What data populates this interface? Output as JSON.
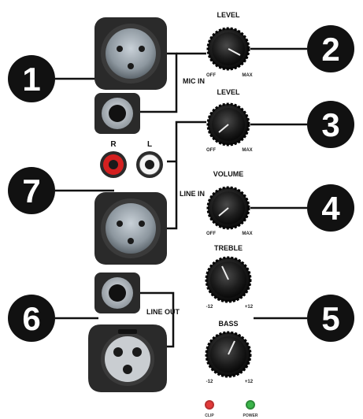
{
  "callouts": [
    "1",
    "2",
    "3",
    "4",
    "5",
    "6",
    "7"
  ],
  "connector_labels": {
    "mic_in": "MIC IN",
    "line_in": "LINE IN",
    "line_out": "LINE OUT"
  },
  "rca_labels": {
    "right": "R",
    "left": "L"
  },
  "knobs": {
    "mic_level": {
      "label": "LEVEL",
      "min": "OFF",
      "max": "MAX"
    },
    "line_level": {
      "label": "LEVEL",
      "min": "OFF",
      "max": "MAX"
    },
    "volume": {
      "label": "VOLUME",
      "min": "OFF",
      "max": "MAX"
    },
    "treble": {
      "label": "TREBLE",
      "min": "-12",
      "max": "+12"
    },
    "bass": {
      "label": "BASS",
      "min": "-12",
      "max": "+12"
    }
  },
  "leds": {
    "clip": {
      "label": "CLIP",
      "color": "#e23a3a"
    },
    "power": {
      "label": "POWER",
      "color": "#3bb54a"
    }
  },
  "colors": {
    "badge": "#111111",
    "rca_red": "#d42020",
    "line": "#111111"
  }
}
